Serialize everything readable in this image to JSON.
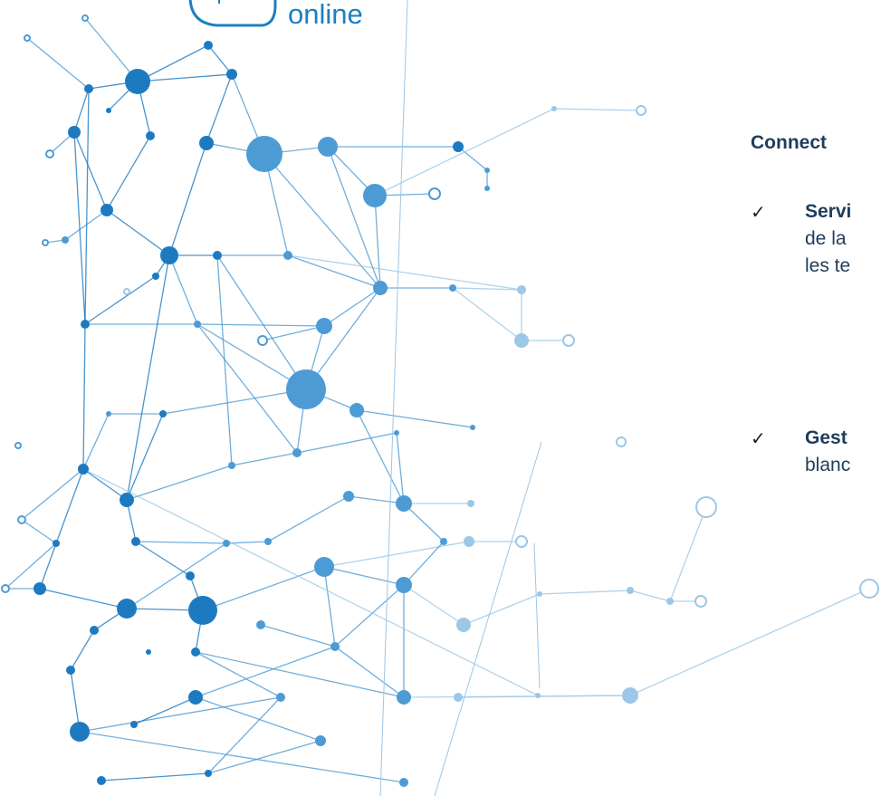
{
  "logo": {
    "text": "online",
    "icon": "chip-icon",
    "color": "#1d7fc1"
  },
  "heading": "Connect",
  "items": [
    {
      "icon": "checkmark-icon",
      "check": "✓",
      "title": "Servi",
      "lines": [
        "de la",
        "les te"
      ]
    },
    {
      "icon": "checkmark-icon",
      "check": "✓",
      "title": "Gest",
      "lines": [
        "blanc"
      ]
    }
  ],
  "colors": {
    "network_dark": "#1e7ac0",
    "network_mid": "#4d9bd4",
    "network_light": "#9cc7e6",
    "text": "#1f3d5c"
  }
}
